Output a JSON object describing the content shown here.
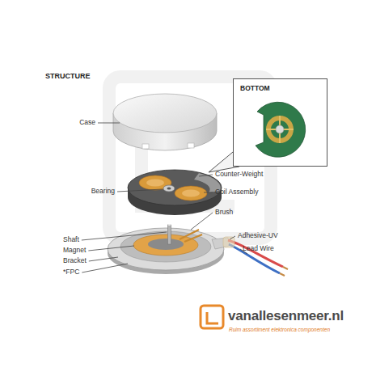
{
  "diagram": {
    "title": "STRUCTURE",
    "nodes": [
      {
        "text": [
          "BOTTOM"
        ]
      }
    ],
    "labels": [
      "Case",
      "Counter-Weight",
      "Bearing",
      "Coil Assembly",
      "Brush",
      "Shaft",
      "Magnet",
      "Bracket",
      "*FPC",
      "Adhesive-UV",
      "Lead Wire",
      "vanallesenmeer.nl",
      "Ruim assortiment elektronica componenten"
    ]
  }
}
